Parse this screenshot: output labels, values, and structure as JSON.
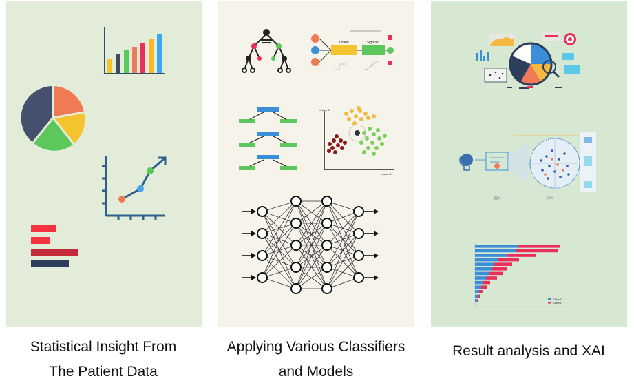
{
  "panels": [
    {
      "caption_line1": "Statistical Insight From",
      "caption_line2": "The Patient Data",
      "background": "#e3ecd9"
    },
    {
      "caption_line1": "Applying Various Classifiers",
      "caption_line2": "and Models",
      "background": "#f6f3ea",
      "scatter_labels": {
        "y": "feature 2",
        "x": "feature 1"
      },
      "flow_labels": {
        "linear": "Linear",
        "sigmoid": "Sigmoid"
      }
    },
    {
      "caption_line1": "Result analysis and XAI",
      "background": "#d6e7d2",
      "space_labels": {
        "left": "R²",
        "right": "Rᴺ"
      },
      "legend": [
        "Class 0",
        "Class 1"
      ]
    }
  ],
  "colors": {
    "blue": "#3b8fd9",
    "red": "#e8305a",
    "green": "#5cc85c",
    "navy": "#2d3e5c",
    "orange": "#f07a55"
  }
}
